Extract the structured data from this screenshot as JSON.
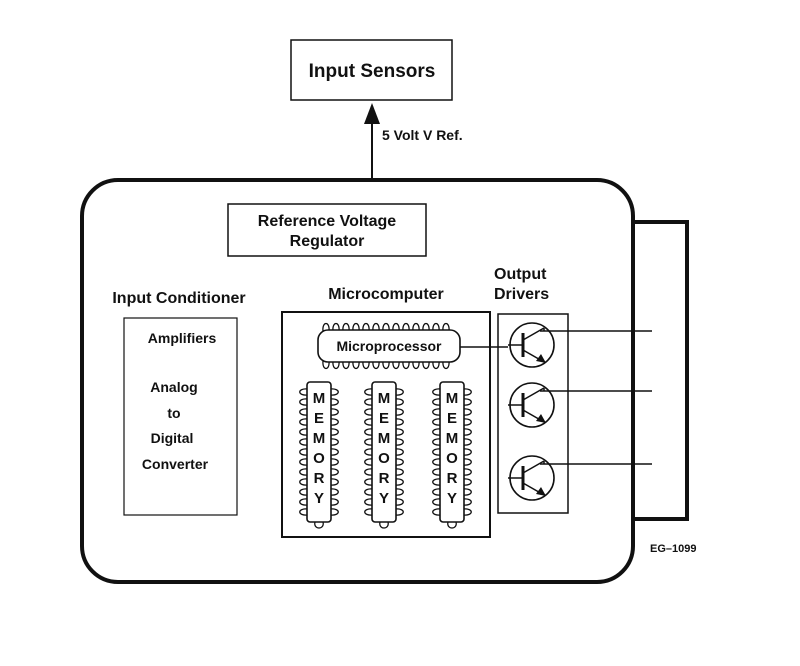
{
  "input_sensors": {
    "label": "Input Sensors"
  },
  "reference_arrow": {
    "label": "5 Volt V Ref."
  },
  "regulator": {
    "line1": "Reference Voltage",
    "line2": "Regulator"
  },
  "input_conditioner": {
    "title": "Input Conditioner",
    "amplifiers": "Amplifiers",
    "converter_line1": "Analog",
    "converter_line2": "to",
    "converter_line3": "Digital",
    "converter_line4": "Converter"
  },
  "microcomputer": {
    "title": "Microcomputer",
    "processor": "Microprocessor",
    "memory_letters": [
      "M",
      "E",
      "M",
      "O",
      "R",
      "Y"
    ]
  },
  "output_drivers": {
    "title_line1": "Output",
    "title_line2": "Drivers"
  },
  "figure_code": "EG–1099"
}
